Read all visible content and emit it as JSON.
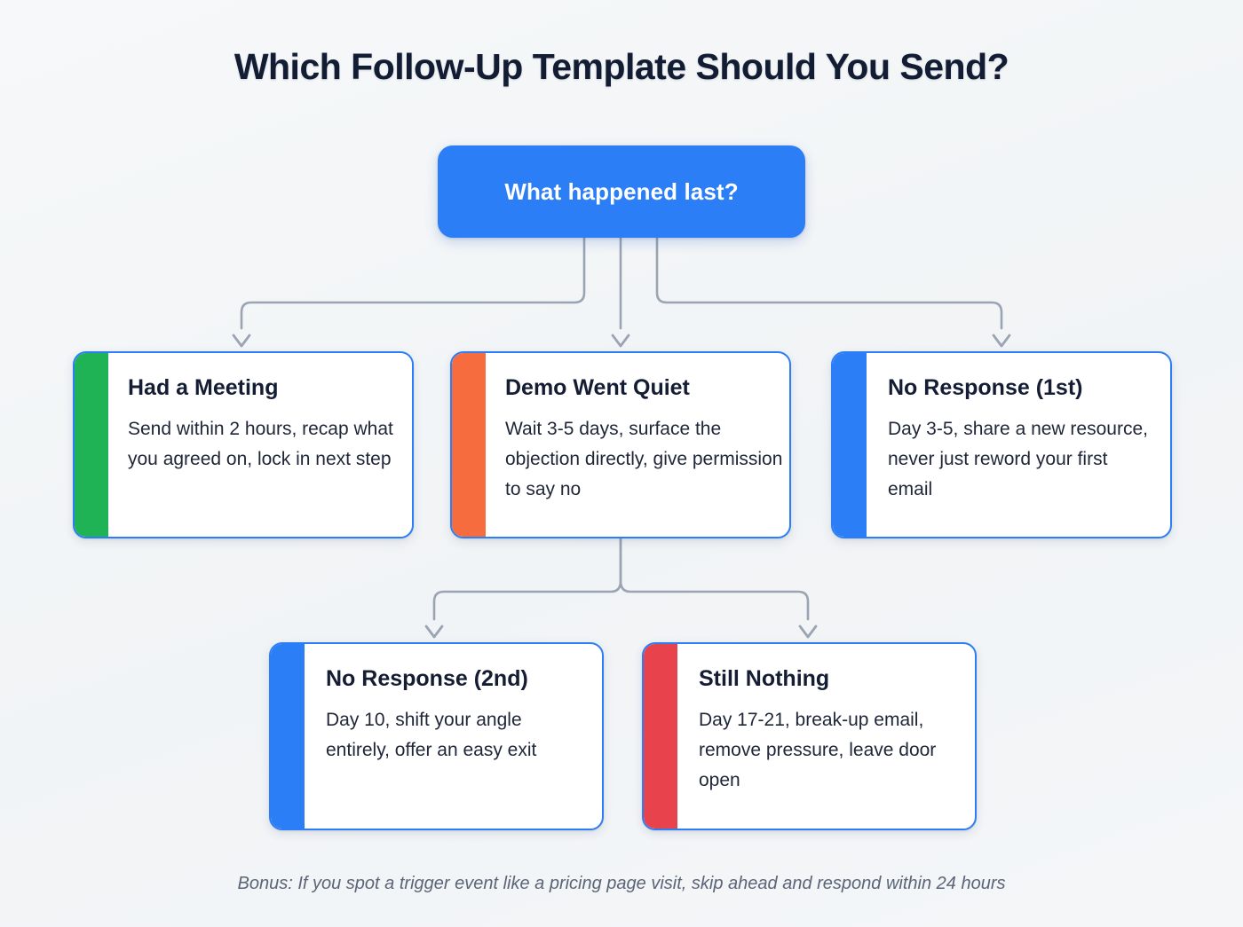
{
  "title": "Which Follow-Up Template Should You Send?",
  "root": {
    "label": "What happened last?"
  },
  "cards": [
    {
      "id": "had-a-meeting",
      "title": "Had a Meeting",
      "desc": "Send within 2 hours, recap what you agreed on, lock in next step",
      "accent_color": "#1fb355",
      "accent_name": "green"
    },
    {
      "id": "demo-went-quiet",
      "title": "Demo Went Quiet",
      "desc": "Wait 3-5 days, surface the objection directly, give permission to say no",
      "accent_color": "#f66c3e",
      "accent_name": "orange"
    },
    {
      "id": "no-response-1st",
      "title": "No Response (1st)",
      "desc": "Day 3-5, share a new resource, never just reword your first email",
      "accent_color": "#2b7ef5",
      "accent_name": "blue"
    },
    {
      "id": "no-response-2nd",
      "title": "No Response (2nd)",
      "desc": "Day 10, shift your angle entirely, offer an easy exit",
      "accent_color": "#2b7ef5",
      "accent_name": "blue"
    },
    {
      "id": "still-nothing",
      "title": "Still Nothing",
      "desc": "Day 17-21, break-up email, remove pressure, leave door open",
      "accent_color": "#e8424c",
      "accent_name": "red"
    }
  ],
  "footer": {
    "note": "Bonus: If you spot a trigger event like a pricing page visit, skip ahead and respond within 24 hours"
  },
  "theme": {
    "background": "#f3f5f7",
    "primary_blue": "#2b7ef5",
    "title_color": "#121c33",
    "body_text_color": "#1e2638",
    "connector_color": "#9aa4b2",
    "footer_color": "#5b6577"
  },
  "connectors": [
    {
      "from": "what-happened-last",
      "to": "had-a-meeting"
    },
    {
      "from": "what-happened-last",
      "to": "demo-went-quiet"
    },
    {
      "from": "what-happened-last",
      "to": "no-response-1st"
    },
    {
      "from": "demo-went-quiet",
      "to": "no-response-2nd"
    },
    {
      "from": "demo-went-quiet",
      "to": "still-nothing"
    }
  ]
}
